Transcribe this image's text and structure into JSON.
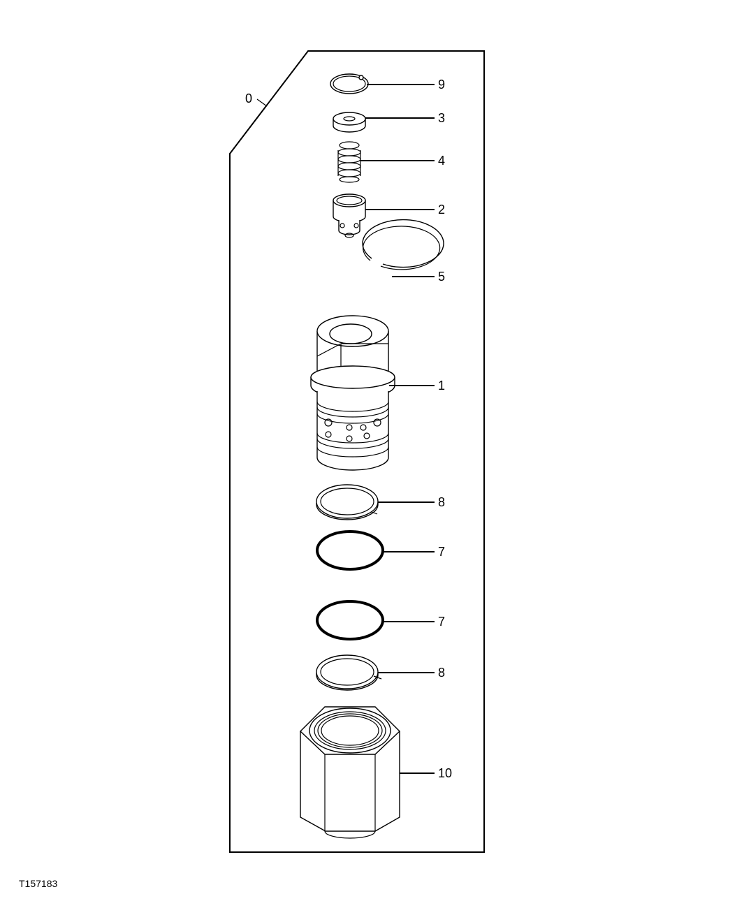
{
  "diagram": {
    "assembly_callout": "0",
    "figure_id": "T157183",
    "callouts": [
      {
        "id": "callout-9",
        "label": "9"
      },
      {
        "id": "callout-3",
        "label": "3"
      },
      {
        "id": "callout-4",
        "label": "4"
      },
      {
        "id": "callout-2",
        "label": "2"
      },
      {
        "id": "callout-5",
        "label": "5"
      },
      {
        "id": "callout-1",
        "label": "1"
      },
      {
        "id": "callout-8-upper",
        "label": "8"
      },
      {
        "id": "callout-7-upper",
        "label": "7"
      },
      {
        "id": "callout-7-lower",
        "label": "7"
      },
      {
        "id": "callout-8-lower",
        "label": "8"
      },
      {
        "id": "callout-10",
        "label": "10"
      }
    ]
  }
}
